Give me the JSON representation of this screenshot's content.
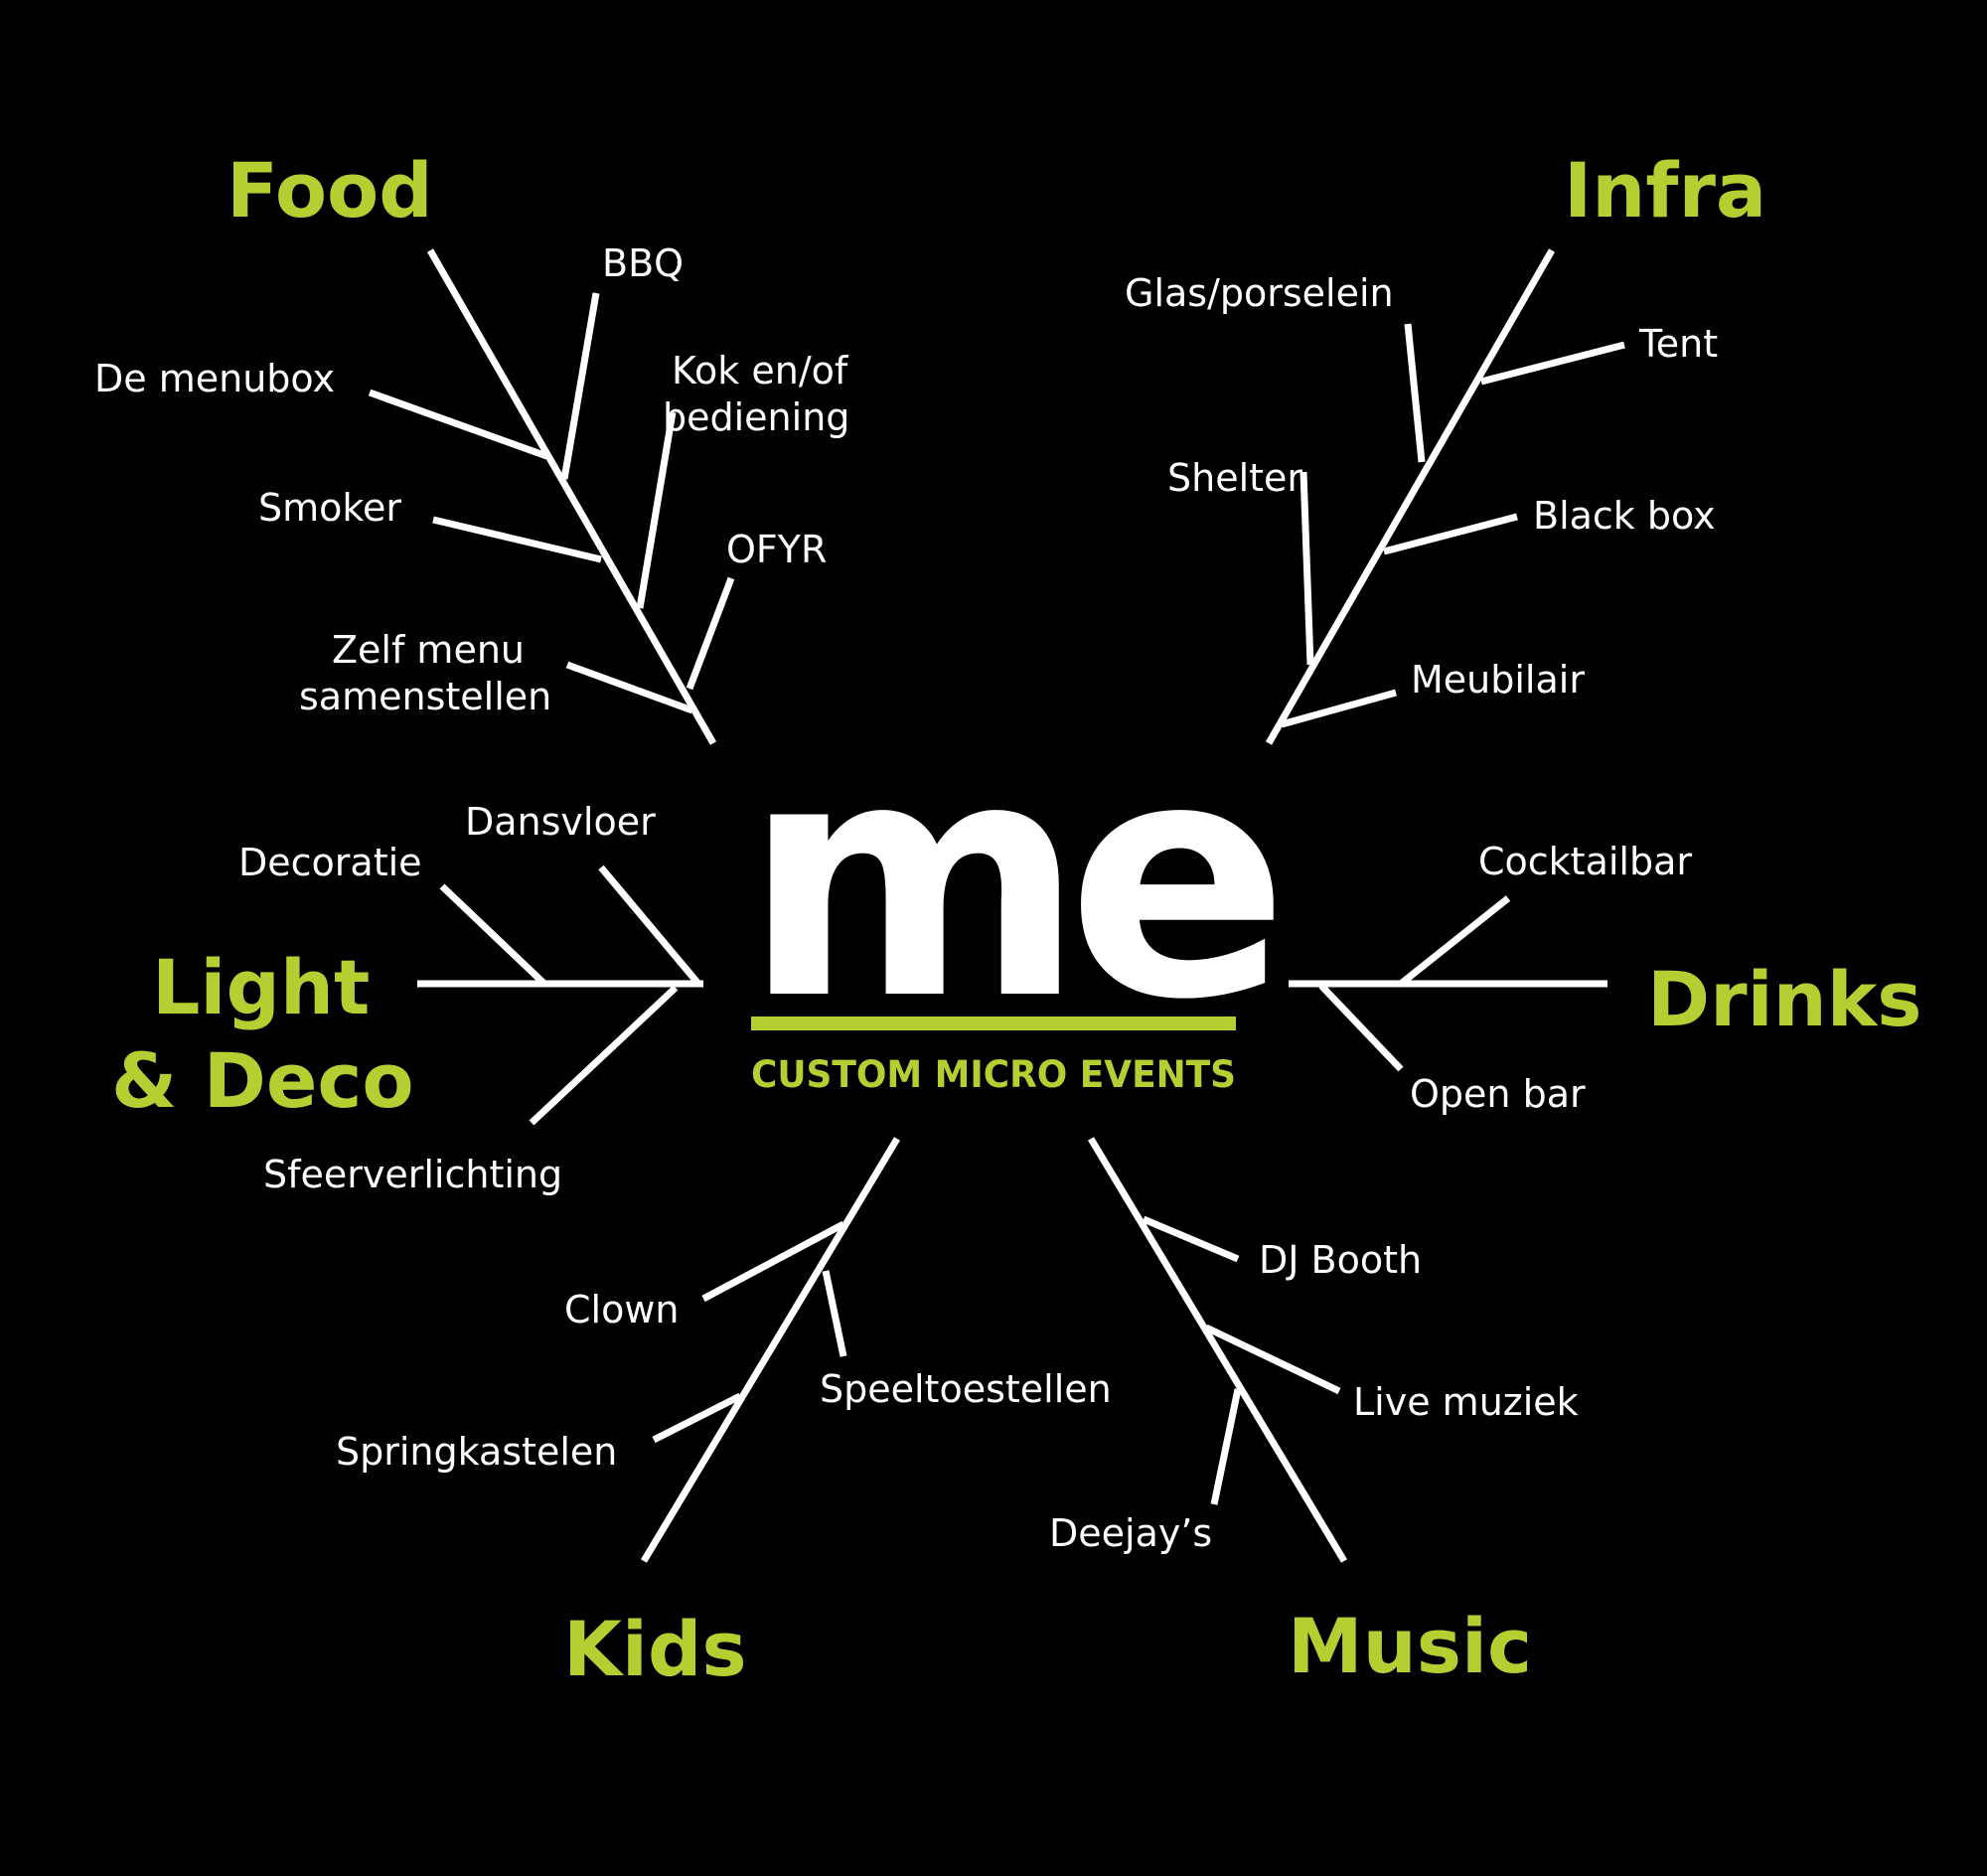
{
  "logo": {
    "text": "me",
    "tagline": "CUSTOM MICRO EVENTS"
  },
  "colors": {
    "background": "#000000",
    "accent": "#b5cf33",
    "lines": "#ffffff"
  },
  "categories": {
    "food": {
      "title": "Food",
      "items": [
        "BBQ",
        "De menubox",
        "Kok en/of",
        "bediening",
        "Smoker",
        "OFYR",
        "Zelf menu",
        "samenstellen"
      ]
    },
    "infra": {
      "title": "Infra",
      "items": [
        "Glas/porselein",
        "Tent",
        "Shelter",
        "Black box",
        "Meubilair"
      ]
    },
    "light_deco": {
      "title_line1": "Light",
      "title_line2": "& Deco",
      "items": [
        "Dansvloer",
        "Decoratie",
        "Sfeerverlichting"
      ]
    },
    "drinks": {
      "title": "Drinks",
      "items": [
        "Cocktailbar",
        "Open bar"
      ]
    },
    "kids": {
      "title": "Kids",
      "items": [
        "Clown",
        "Speeltoestellen",
        "Springkastelen"
      ]
    },
    "music": {
      "title": "Music",
      "items": [
        "DJ Booth",
        "Live muziek",
        "Deejay’s"
      ]
    }
  }
}
